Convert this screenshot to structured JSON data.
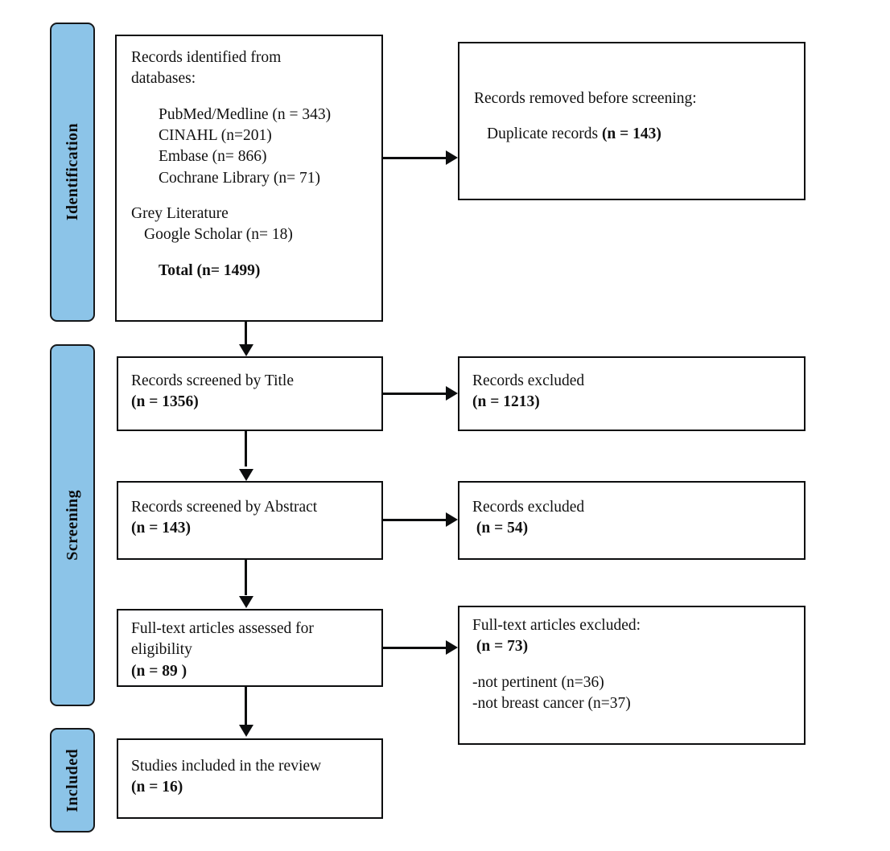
{
  "diagram": {
    "title": "PRISMA flow diagram",
    "accent_blue": "#8CC4E8",
    "line_color": "#0c0d0e"
  },
  "phases": [
    {
      "id": "identification",
      "label": "Identification"
    },
    {
      "id": "screening",
      "label": "Screening"
    },
    {
      "id": "included",
      "label": "Included"
    }
  ],
  "boxes": {
    "identified": {
      "heading_line1": "Records identified from",
      "heading_line2": "databases:",
      "sources": [
        "PubMed/Medline (n = 343)",
        "CINAHL (n=201)",
        "Embase (n= 866)",
        "Cochrane Library (n= 71)"
      ],
      "grey_literature_label": "Grey Literature",
      "grey_literature_source": "Google Scholar (n= 18)",
      "total": "Total (n= 1499)"
    },
    "removed_before_screening": {
      "heading": "Records removed before screening:",
      "duplicate_label": "Duplicate records ",
      "duplicate_count": "(n = 143)"
    },
    "screened_title": {
      "line1": "Records screened by Title",
      "count": "(n = 1356)"
    },
    "excluded_title": {
      "line1": "Records excluded",
      "count": "(n = 1213)"
    },
    "screened_abstract": {
      "line1": "Records screened by Abstract",
      "count": "(n = 143)"
    },
    "excluded_abstract": {
      "line1": "Records excluded",
      "count": " (n = 54)"
    },
    "fulltext_assessed": {
      "line1": "Full-text articles assessed for",
      "line2": "eligibility",
      "count": "(n = 89 )"
    },
    "fulltext_excluded": {
      "heading": "Full-text articles excluded:",
      "count": " (n = 73)",
      "reasons": [
        "-not pertinent (n=36)",
        "-not breast cancer (n=37)"
      ]
    },
    "included_studies": {
      "line1": "Studies included in the review",
      "count": "(n = 16)"
    }
  }
}
